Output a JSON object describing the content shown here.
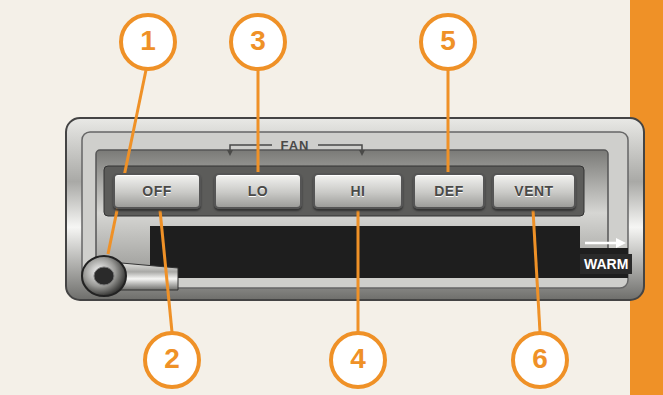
{
  "diagram": {
    "nodes": [
      {
        "text": [
          "OFF"
        ]
      },
      {
        "text": [
          "LO"
        ]
      },
      {
        "text": [
          "HI"
        ]
      },
      {
        "text": [
          "DEF"
        ]
      },
      {
        "text": [
          "VENT"
        ]
      }
    ],
    "labels": [
      "1",
      "3",
      "5",
      "FAN",
      "WARM",
      "2",
      "4",
      "6"
    ]
  }
}
